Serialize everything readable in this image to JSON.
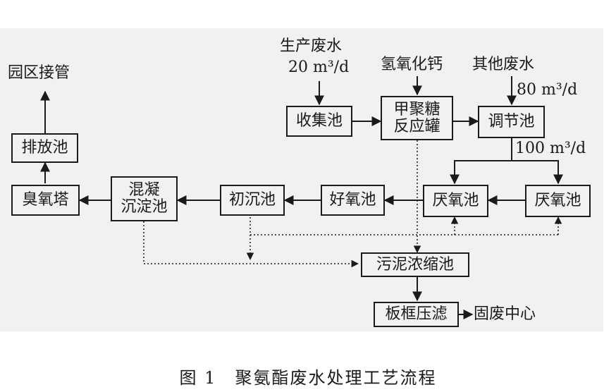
{
  "nodes": {
    "collect": "收集池",
    "chitosan": "甲聚糖\n反应罐",
    "regulate": "调节池",
    "anaerobic1": "厌氧池",
    "anaerobic2": "厌氧池",
    "aerobic": "好氧池",
    "primary_settle": "初沉池",
    "coag_settle": "混凝\n沉淀池",
    "ozone": "臭氧塔",
    "discharge": "排放池",
    "sludge_thicken": "污泥浓缩池",
    "filter_press": "板框压滤"
  },
  "inputs": {
    "production_water": "生产废水",
    "production_flow": "20 m³/d",
    "calcium_hydroxide": "氢氧化钙",
    "other_water": "其他废水",
    "other_flow": "80 m³/d",
    "split_flow": "100 m³/d"
  },
  "outputs": {
    "park_pipe": "园区接管",
    "solid_waste_center": "固废中心"
  },
  "caption": "图 1　聚氨酯废水处理工艺流程"
}
